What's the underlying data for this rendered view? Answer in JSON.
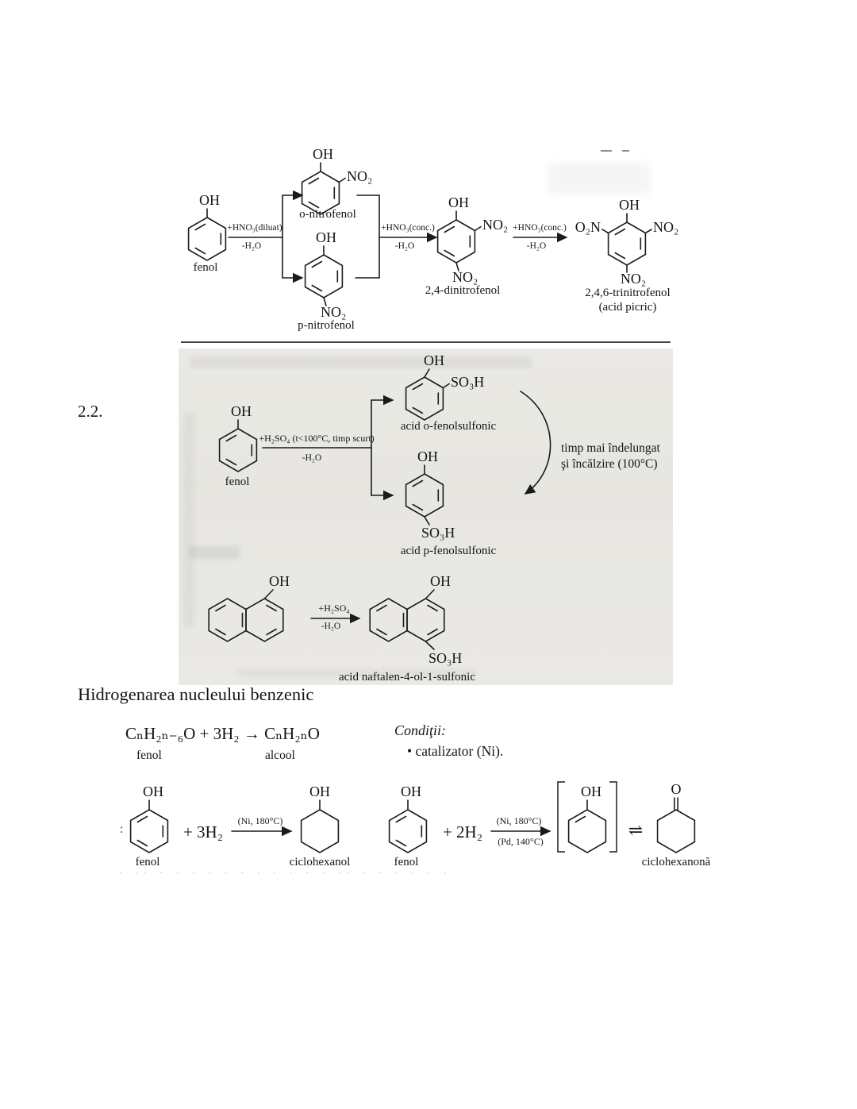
{
  "nitration": {
    "fenol": {
      "oh": "OH",
      "label": "fenol"
    },
    "arrow_dil": {
      "above": "+HNO₃(diluat)",
      "below": "-H₂O"
    },
    "ortho": {
      "oh": "OH",
      "no2": "NO₂",
      "label": "o-nitrofenol"
    },
    "para": {
      "oh": "OH",
      "no2": "NO₂",
      "label": "p-nitrofenol"
    },
    "arrow_conc1": {
      "above": "+HNO₃(conc.)",
      "below": "-H₂O"
    },
    "dinitro": {
      "oh": "OH",
      "no2_ortho": "NO₂",
      "no2_para": "NO₂",
      "label": "2,4-dinitrofenol"
    },
    "arrow_conc2": {
      "above": "+HNO₃(conc.)",
      "below": "-H₂O"
    },
    "trinitro": {
      "oh": "OH",
      "o2n": "O₂N",
      "no2_right": "NO₂",
      "no2_bottom": "NO₂",
      "label": "2,4,6-trinitrofenol",
      "sublabel": "(acid picric)"
    }
  },
  "sulfonation": {
    "section_number": "2.2.",
    "fenol": {
      "oh": "OH",
      "label": "fenol"
    },
    "arrow": {
      "above": "+H₂SO₄ (t<100°C, timp scurt)",
      "below": "-H₂O"
    },
    "ortho": {
      "oh": "OH",
      "so3h": "SO₃H",
      "label": "acid o-fenolsulfonic"
    },
    "para": {
      "oh": "OH",
      "so3h": "SO₃H",
      "label": "acid p-fenolsulfonic"
    },
    "note1": "timp mai îndelungat",
    "note2": "şi încălzire (100°C)"
  },
  "naphthol": {
    "reactant_oh": "OH",
    "arrow": {
      "above": "+H₂SO₄",
      "below": "-H₂O"
    },
    "product": {
      "oh": "OH",
      "so3h": "SO₃H",
      "label": "acid naftalen-4-ol-1-sulfonic"
    }
  },
  "hydrogenation": {
    "heading": "Hidrogenarea nucleului benzenic",
    "equation": "CₙH₂ₙ₋₆O + 3H₂  →  CₙH₂ₙO",
    "label_fenol": "fenol",
    "label_alcool": "alcool",
    "cond_title": "Condiţii:",
    "cond_item": "• catalizator (Ni).",
    "rxn1": {
      "oh": "OH",
      "fenol": "fenol",
      "plus": "+ 3H₂",
      "cat": "(Ni, 180°C)",
      "prod_oh": "OH",
      "prod_label": "ciclohexanol"
    },
    "rxn2": {
      "oh": "OH",
      "fenol": "fenol",
      "plus": "+ 2H₂",
      "cat1": "(Ni, 180°C)",
      "cat2": "(Pd, 140°C)",
      "enol_oh": "OH",
      "equil": "⇌",
      "ketone_o": "O",
      "prod_label": "ciclohexanonă"
    }
  },
  "artifacts": {
    "left_colon": ":",
    "bottom_dots": "· ·· · · ·  ·  · · ·  · · ·  · ·· ·  · · ·  · ·"
  }
}
